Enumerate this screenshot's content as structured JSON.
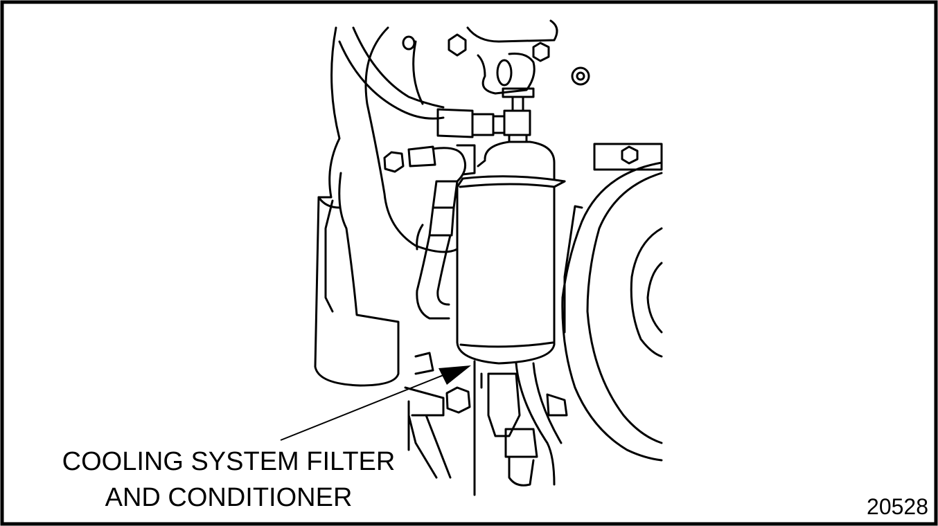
{
  "callout": {
    "line1": "COOLING SYSTEM FILTER",
    "line2": "AND CONDITIONER"
  },
  "figure_number": "20528",
  "colors": {
    "ink": "#000000",
    "paper": "#ffffff"
  }
}
